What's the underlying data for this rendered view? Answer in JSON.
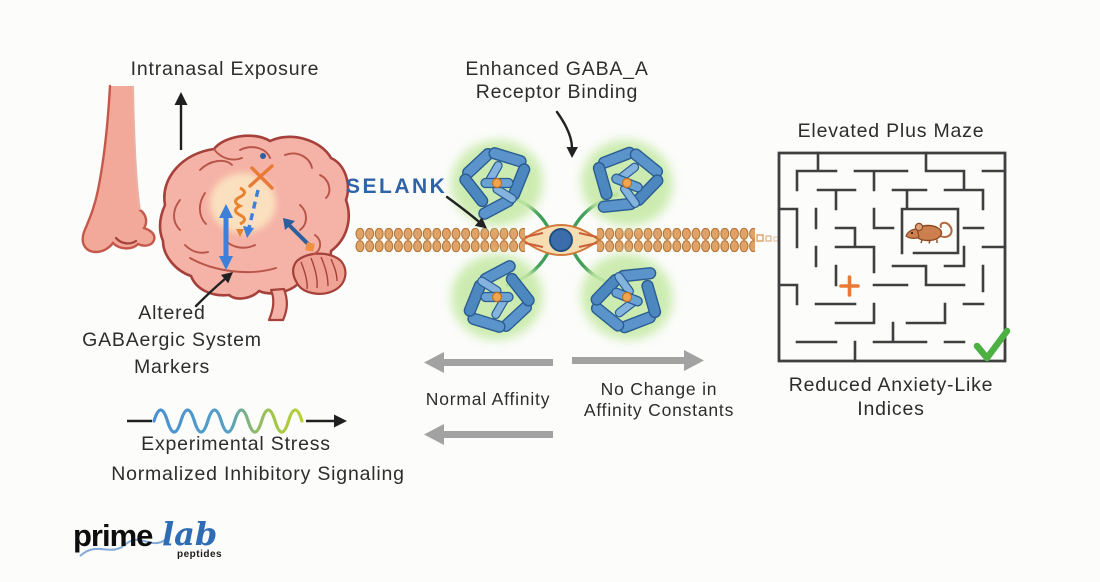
{
  "diagram": {
    "background": "#fcfcfb",
    "labels": {
      "intranasal_exposure": "Intranasal Exposure",
      "enhanced_gaba_line1": "Enhanced GABA_A",
      "enhanced_gaba_line2": "Receptor Binding",
      "selank": "SELANK",
      "elevated_plus_maze": "Elevated Plus Maze",
      "altered_line1": "Altered",
      "altered_line2": "GABAergic System",
      "altered_line3": "Markers",
      "normal_affinity": "Normal Affinity",
      "no_change_line1": "No Change in",
      "no_change_line2": "Affinity Constants",
      "reduced_anxiety_line1": "Reduced Anxiety-Like",
      "reduced_anxiety_line2": "Indices",
      "experimental_stress": "Experimental Stress",
      "normalized_inhibitory": "Normalized Inhibitory Signaling"
    },
    "logo": {
      "prime": "prime",
      "lab": "lab",
      "peptides": "peptides"
    },
    "colors": {
      "selank_blue": "#2f63a7",
      "text_dark": "#2d2d2d",
      "brain_pink": "#f5b2a6",
      "brain_outline": "#a5413a",
      "nose_pink": "#f2a99a",
      "membrane_orange": "#dfa268",
      "protein_blue": "#5a94ca",
      "receptor_glow_green": "#c7eaa8",
      "receptor_strand_green": "#3f9e57",
      "hub_cream": "#f7ddb2",
      "hub_core_blue": "#3b6dad",
      "maze_wall_gray": "#3f3f3f",
      "mouse_brown": "#cd7f4f",
      "marker_orange": "#e87a35",
      "check_green": "#4db043",
      "arrow_gray": "#a2a2a2",
      "wave_blue": "#4a8fd4",
      "wave_green": "#b0cb3e",
      "logo_black": "#0e0e0e",
      "logo_blue": "#2e6db4"
    },
    "icons": [
      "nose-icon",
      "up-arrow-icon",
      "brain-icon",
      "brain-activity-markers-icon",
      "curved-arrow-icon",
      "membrane-icon",
      "gaba-receptor-icon",
      "stress-wave-icon",
      "maze-icon",
      "mouse-icon",
      "plus-marker-icon",
      "checkmark-icon",
      "left-arrow-icon",
      "right-arrow-icon"
    ]
  }
}
